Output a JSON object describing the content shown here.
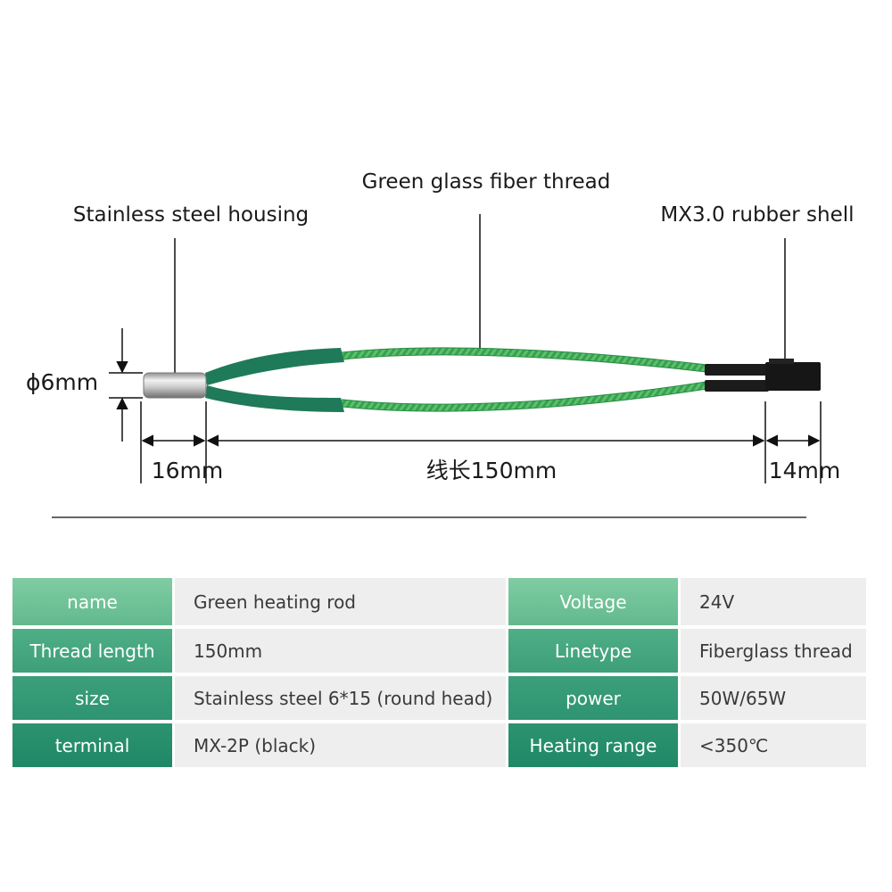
{
  "callouts": {
    "housing": "Stainless steel housing",
    "thread": "Green glass fiber thread",
    "shell": "MX3.0 rubber shell"
  },
  "dimensions": {
    "diameter": "ϕ6mm",
    "housing_length": "16mm",
    "wire_length": "线长150mm",
    "connector_length": "14mm"
  },
  "colors": {
    "wire_green": "#2f9a4a",
    "sleeve_green": "#1f7a5a",
    "table_key_top": "#80cca3",
    "table_key_bottom": "#208867",
    "table_value_bg": "#eeeeee"
  },
  "specs": [
    {
      "key": "name",
      "value": "Green heating rod",
      "key2": "Voltage",
      "value2": "24V"
    },
    {
      "key": "Thread length",
      "value": "150mm",
      "key2": "Linetype",
      "value2": "Fiberglass thread"
    },
    {
      "key": "size",
      "value": "Stainless steel 6*15 (round head)",
      "key2": "power",
      "value2": "50W/65W"
    },
    {
      "key": "terminal",
      "value": "MX-2P (black)",
      "key2": "Heating range",
      "value2": "<350℃"
    }
  ]
}
